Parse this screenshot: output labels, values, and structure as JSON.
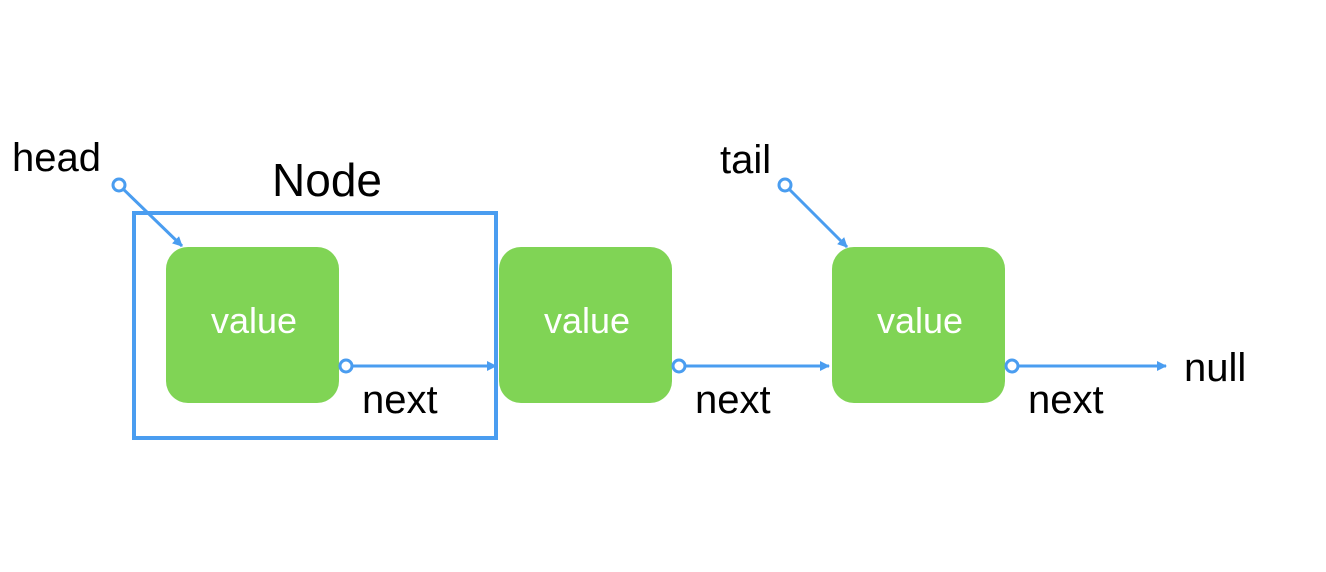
{
  "colors": {
    "node_fill": "#80d455",
    "link": "#4a9df0",
    "text": "#000000",
    "value_text": "#ffffff"
  },
  "labels": {
    "head": "head",
    "tail": "tail",
    "node_title": "Node",
    "null": "null"
  },
  "nodes": [
    {
      "value_label": "value",
      "next_label": "next"
    },
    {
      "value_label": "value",
      "next_label": "next"
    },
    {
      "value_label": "value",
      "next_label": "next"
    }
  ]
}
